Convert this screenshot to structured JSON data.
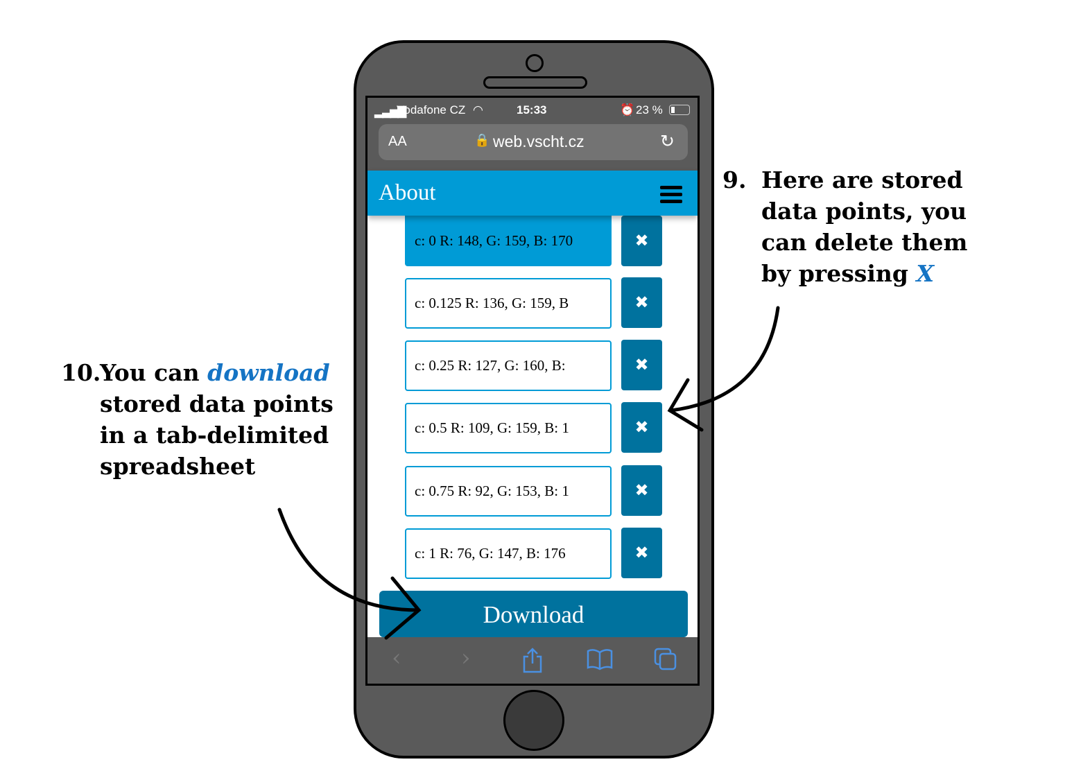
{
  "status": {
    "carrier": "Vodafone CZ",
    "time": "15:33",
    "battery": "23 %"
  },
  "browser": {
    "text_size": "AA",
    "url": "web.vscht.cz"
  },
  "header": {
    "title": "About"
  },
  "items": [
    {
      "label": "c: 0 R: 148, G: 159, B: 170",
      "selected": true
    },
    {
      "label": "c: 0.125 R: 136, G: 159, B"
    },
    {
      "label": "c: 0.25 R: 127, G: 160, B:"
    },
    {
      "label": "c: 0.5 R: 109, G: 159, B: 1"
    },
    {
      "label": "c: 0.75 R: 92, G: 153, B: 1"
    },
    {
      "label": "c: 1 R: 76, G: 147, B: 176"
    }
  ],
  "delete_label": "✖",
  "download_label": "Download",
  "annotations": {
    "n9": {
      "num": "9.",
      "l1": "Here are stored",
      "l2": "data points, you",
      "l3": "can delete them",
      "l4": "by pressing",
      "key": "X"
    },
    "n10": {
      "num": "10.",
      "l1a": "You can",
      "l1b": "download",
      "l2": "stored data points",
      "l3": "in a tab-delimited",
      "l4": "spreadsheet"
    }
  },
  "colors": {
    "accent": "#009bd6",
    "dark_accent": "#00729e",
    "highlight": "#1574c4"
  }
}
